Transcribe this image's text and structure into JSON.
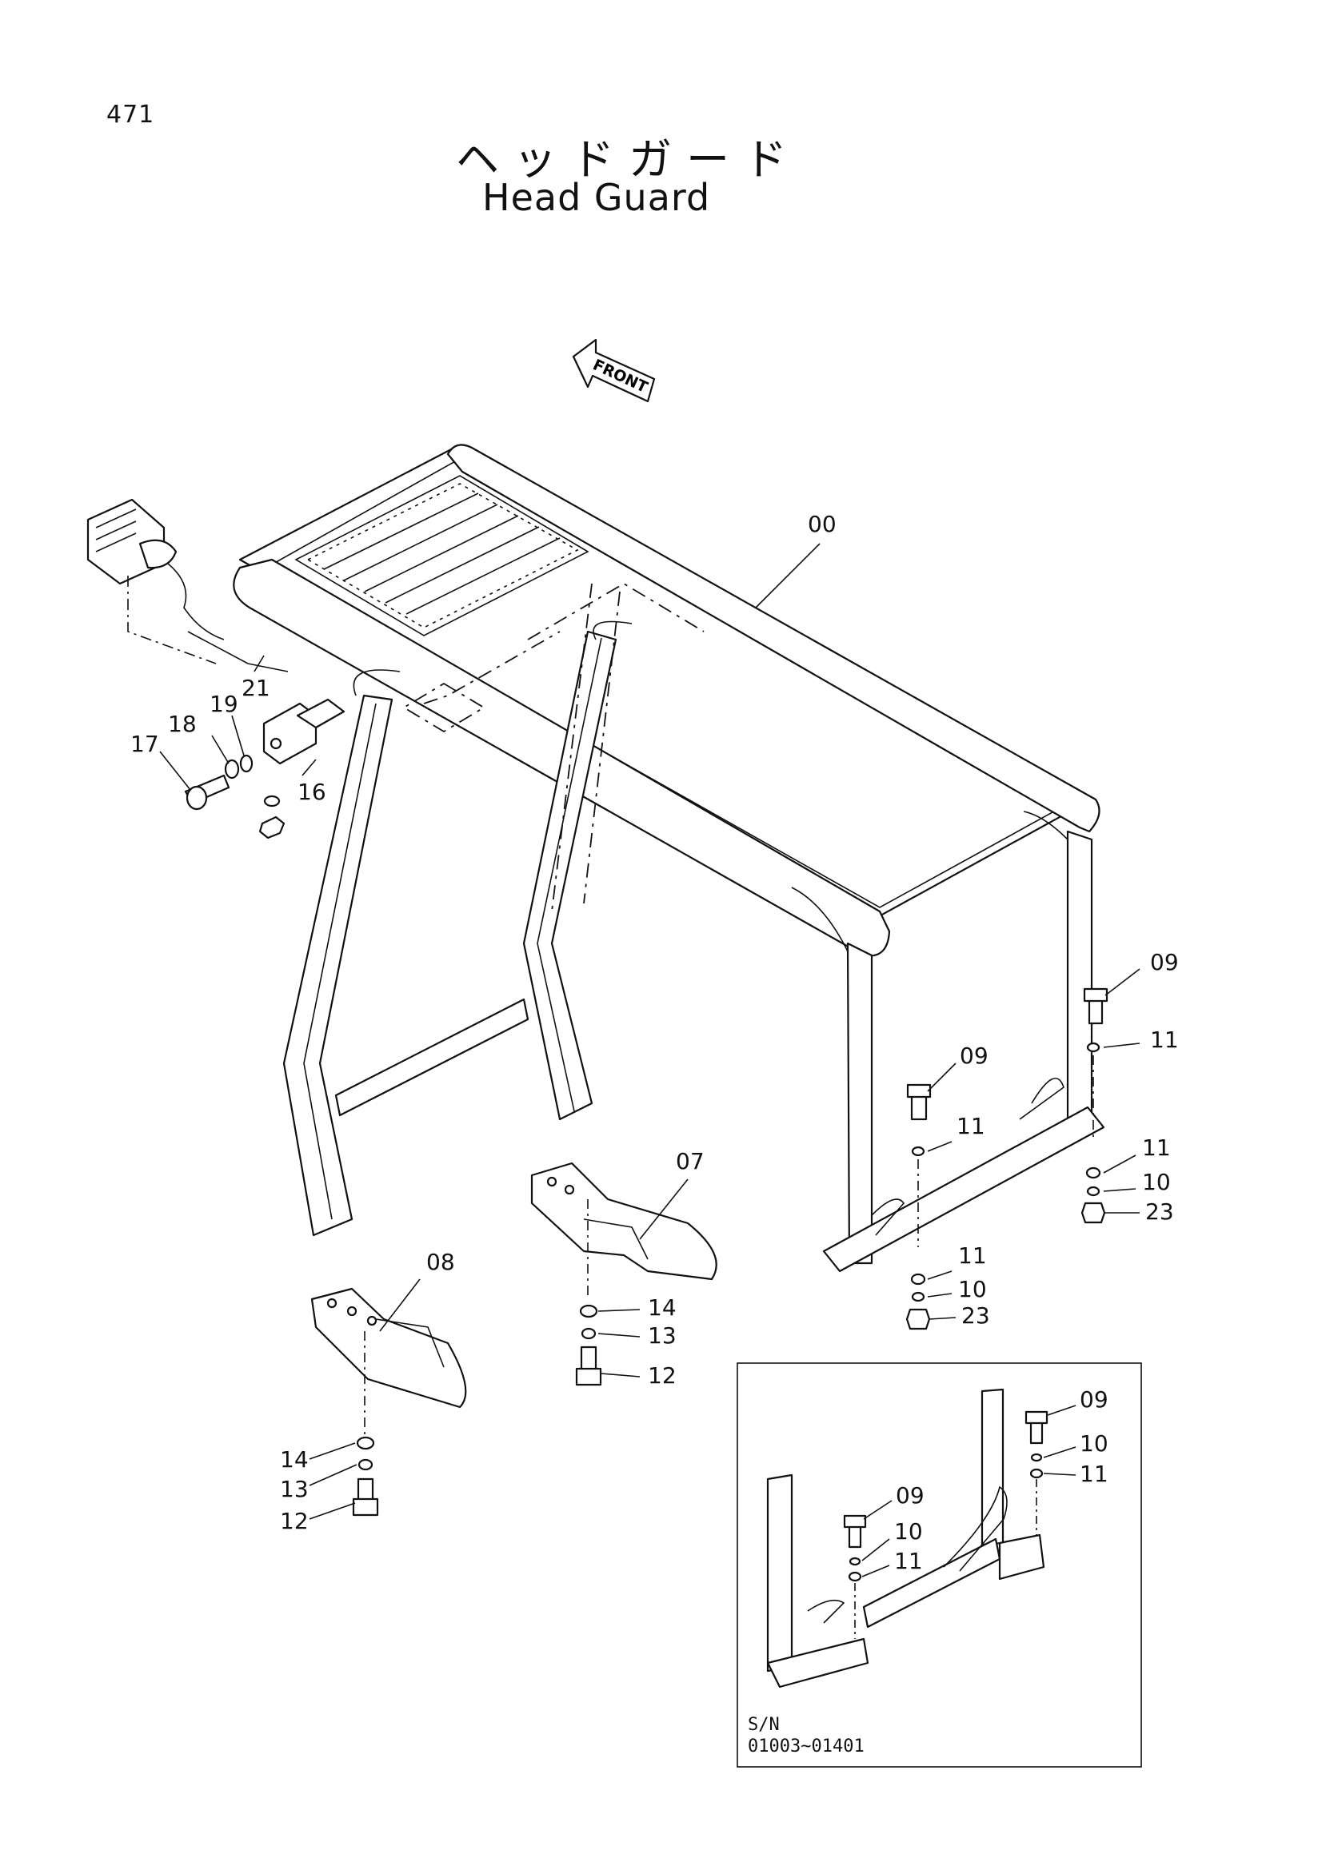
{
  "header": {
    "page_number": "471",
    "title_jp": "ヘッドガード",
    "title_en": "Head Guard"
  },
  "direction_arrow": {
    "label": "FRONT",
    "icon": "front-arrow-icon"
  },
  "callouts": {
    "frame": "00",
    "cushion_right": "07",
    "cushion_left": "08",
    "bolt_a": "09",
    "washer_a": "11",
    "bolt_b": "09",
    "washer_b": "11",
    "washer_c": "11",
    "lockwasher_c": "10",
    "nut_c": "23",
    "washer_d": "11",
    "lockwasher_d": "10",
    "nut_d": "23",
    "washer_e": "14",
    "lockwasher_e": "13",
    "bolt_e": "12",
    "washer_f": "14",
    "lockwasher_f": "13",
    "bolt_f": "12",
    "bracket": "16",
    "bolt_g": "17",
    "washer_g": "18",
    "washer_h": "19",
    "harness": "21"
  },
  "inset": {
    "callouts": {
      "bolt_1": "09",
      "lockwasher_1": "10",
      "washer_1": "11",
      "bolt_2": "09",
      "lockwasher_2": "10",
      "washer_2": "11"
    },
    "serial_label": "S/N",
    "serial_range": "01003~01401"
  }
}
